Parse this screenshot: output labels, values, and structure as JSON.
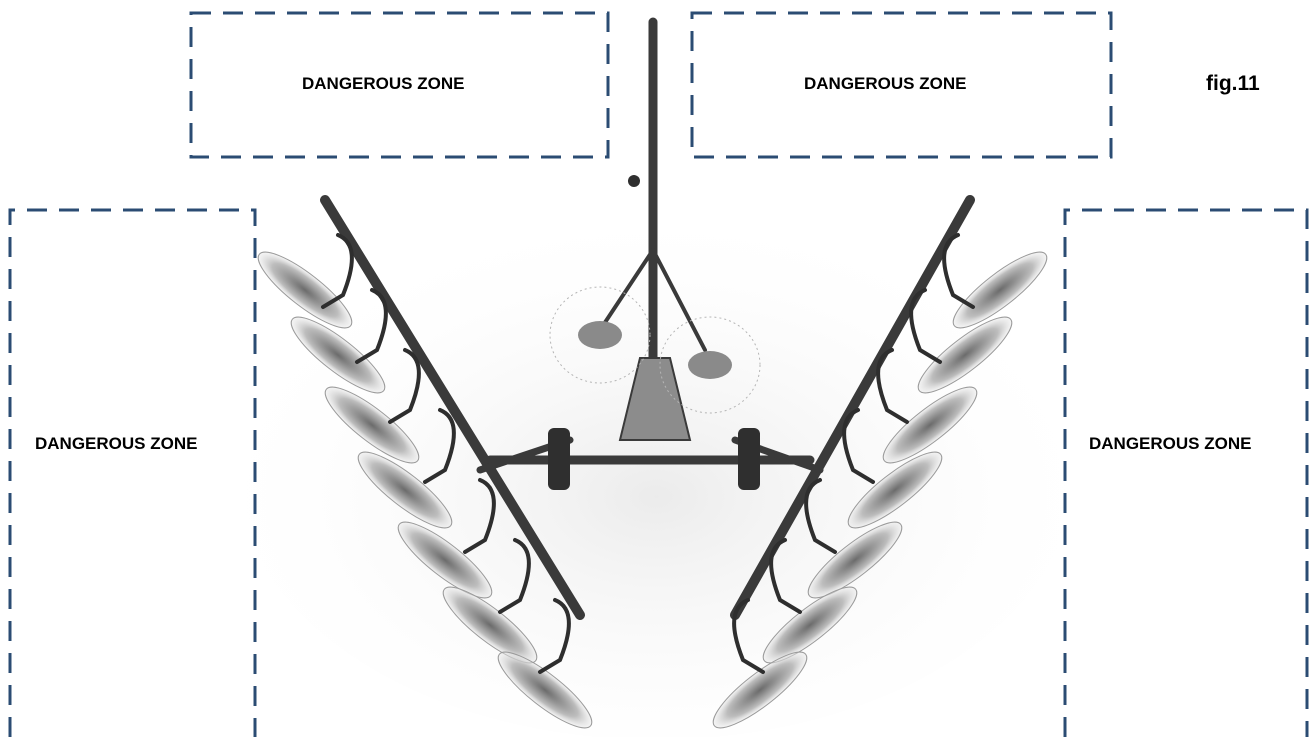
{
  "figure_label": "fig.11",
  "zones": {
    "top_left": "DANGEROUS ZONE",
    "top_right": "DANGEROUS ZONE",
    "left": "DANGEROUS ZONE",
    "right": "DANGEROUS ZONE"
  },
  "colors": {
    "zone_border": "#2b4c73",
    "machine_frame": "#3a3a3a",
    "rake_wheel": "#8a8a8a"
  }
}
